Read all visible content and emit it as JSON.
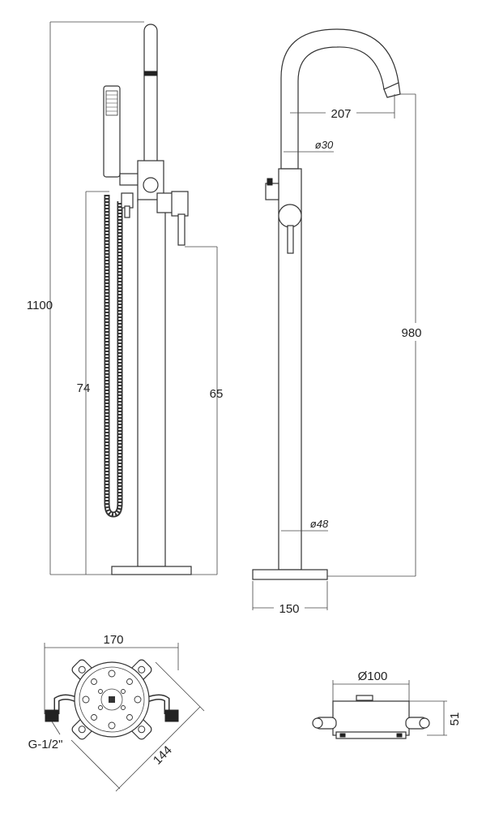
{
  "dimensions": {
    "total_height": "1100",
    "hose_height": "74",
    "lever_height": "65",
    "spout_reach": "207",
    "spout_diameter": "ø30",
    "spout_height": "980",
    "body_diameter": "ø48",
    "base_width": "150",
    "flange_width": "170",
    "thread": "G-1/2\"",
    "diagonal": "144",
    "box_diameter": "Ø100",
    "box_height": "51"
  }
}
